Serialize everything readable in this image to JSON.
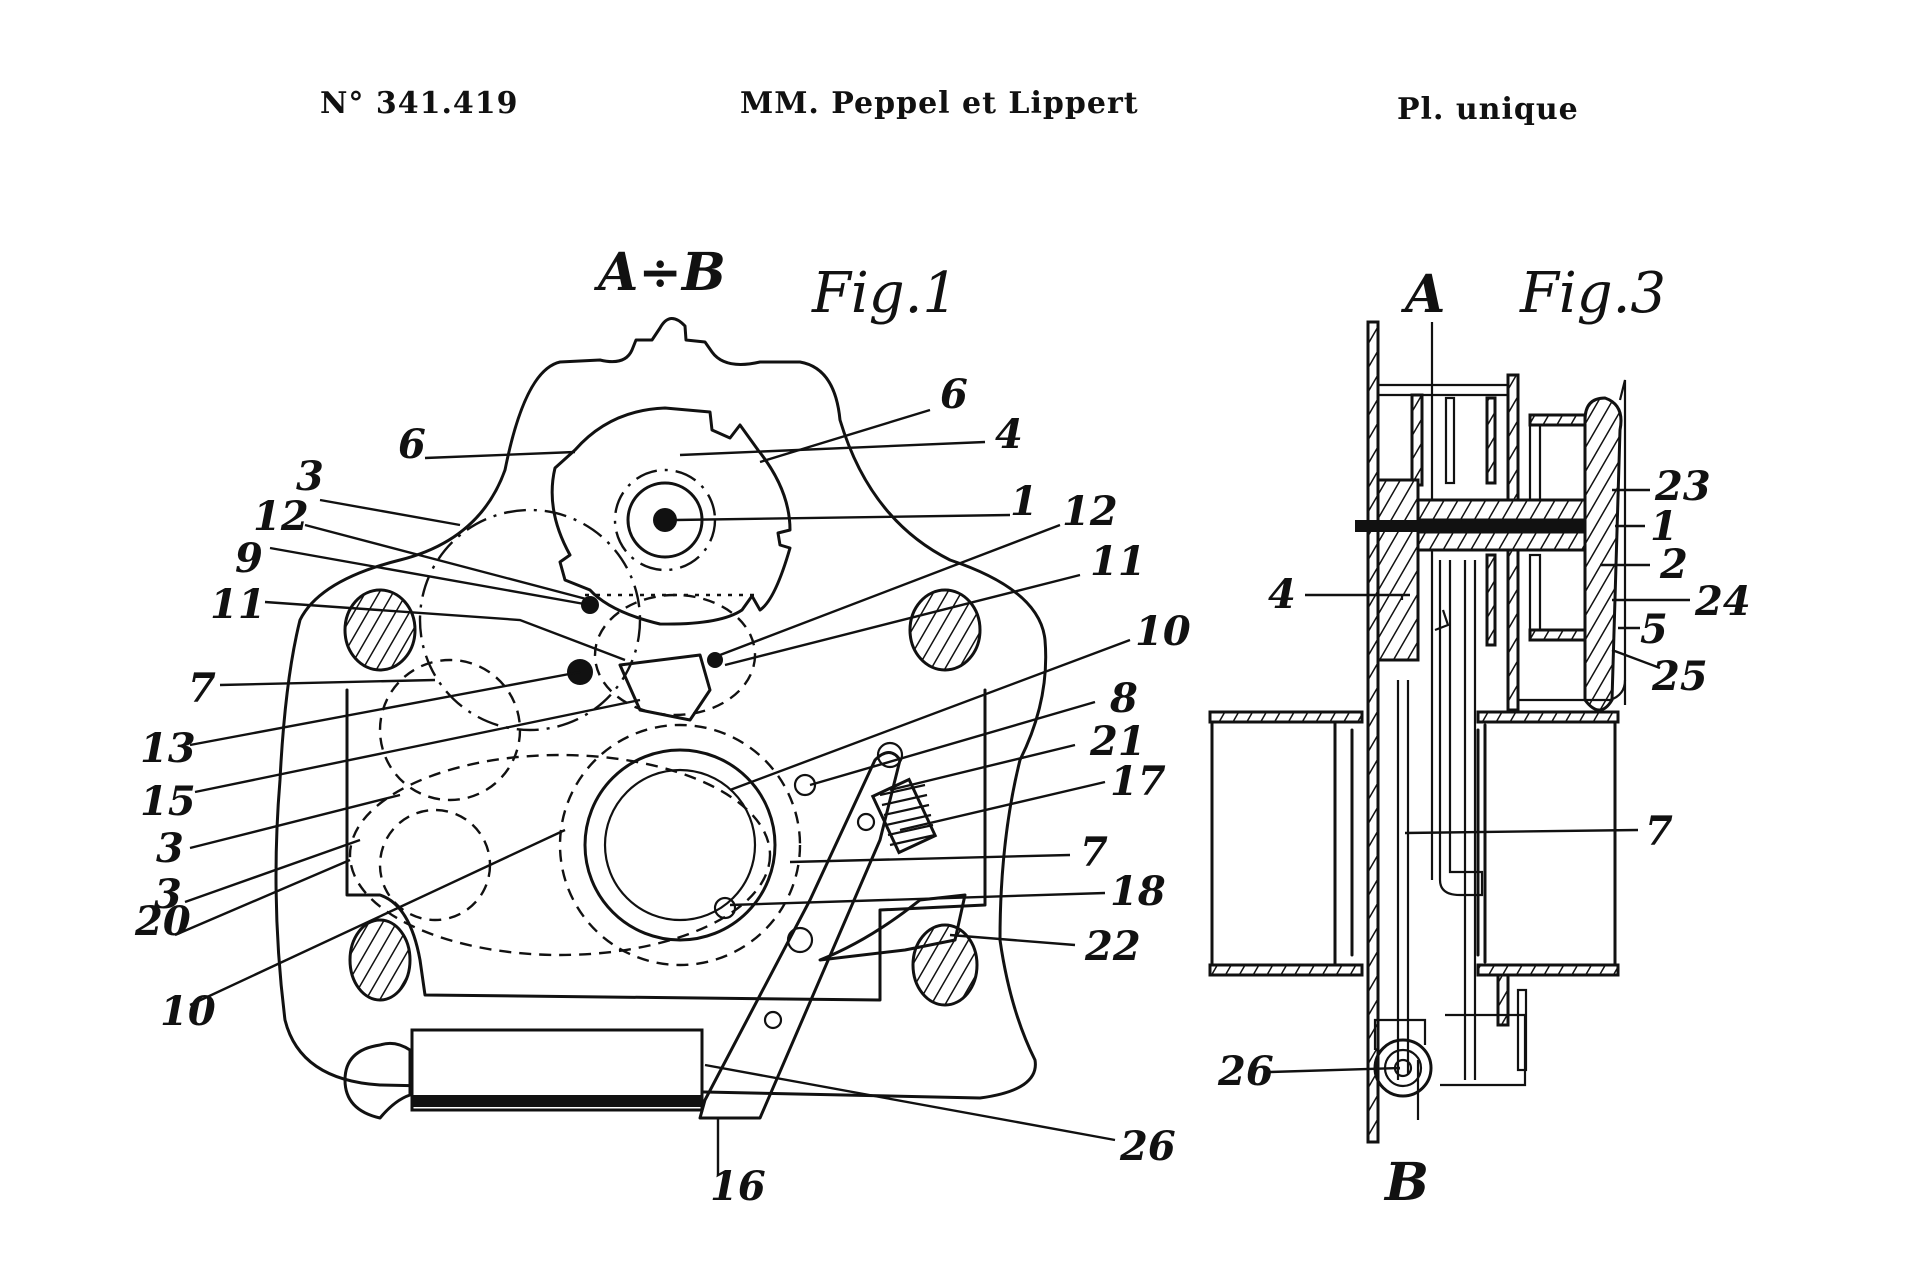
{
  "header": {
    "patent_number": "N° 341.419",
    "authors": "MM. Peppel et Lippert",
    "plate": "Pl. unique"
  },
  "figure1": {
    "title": "Fig.1",
    "section_label": "A÷B",
    "labels": {
      "l6a": "6",
      "l6b": "6",
      "l4": "4",
      "l1": "1",
      "l3a": "3",
      "l12a": "12",
      "l9": "9",
      "l11a": "11",
      "l7a": "7",
      "l13": "13",
      "l15": "15",
      "l3b": "3",
      "l3c": "3",
      "l20": "20",
      "l10a": "10",
      "l12b": "12",
      "l11b": "11",
      "l10b": "10",
      "l8": "8",
      "l21": "21",
      "l17": "17",
      "l7b": "7",
      "l18": "18",
      "l22": "22",
      "l26": "26",
      "l16": "16"
    }
  },
  "figure3": {
    "title": "Fig.3",
    "section_top": "A",
    "section_bottom": "B",
    "labels": {
      "l23": "23",
      "l1": "1",
      "l2": "2",
      "l24": "24",
      "l5": "5",
      "l25": "25",
      "l4": "4",
      "l7": "7",
      "l26": "26"
    }
  }
}
